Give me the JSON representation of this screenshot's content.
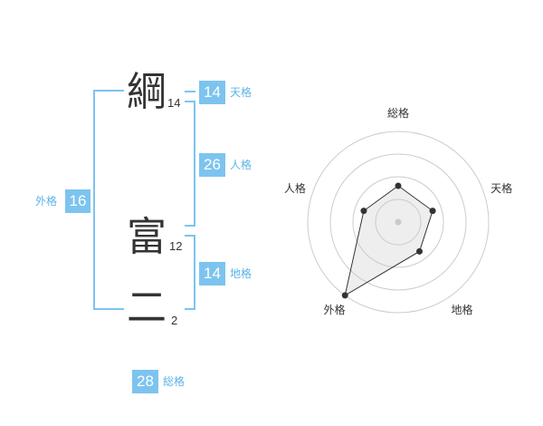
{
  "name_characters": [
    {
      "char": "綱",
      "strokes": "14"
    },
    {
      "char": "富",
      "strokes": "12"
    },
    {
      "char": "二",
      "strokes": "2"
    }
  ],
  "grid": {
    "tenkaku": {
      "value": "14",
      "label": "天格"
    },
    "jinkaku": {
      "value": "26",
      "label": "人格"
    },
    "chikaku": {
      "value": "14",
      "label": "地格"
    },
    "gaikaku": {
      "value": "16",
      "label": "外格"
    },
    "soukaku": {
      "value": "28",
      "label": "総格"
    }
  },
  "colors": {
    "accent": "#7cc4ef",
    "label": "#5cb3e6",
    "text": "#333333"
  },
  "chart_data": {
    "type": "radar",
    "axes": [
      "総格",
      "天格",
      "地格",
      "外格",
      "人格"
    ],
    "values": [
      2,
      2,
      2,
      5,
      2
    ],
    "rmax": 5,
    "grid_rings": 4
  }
}
